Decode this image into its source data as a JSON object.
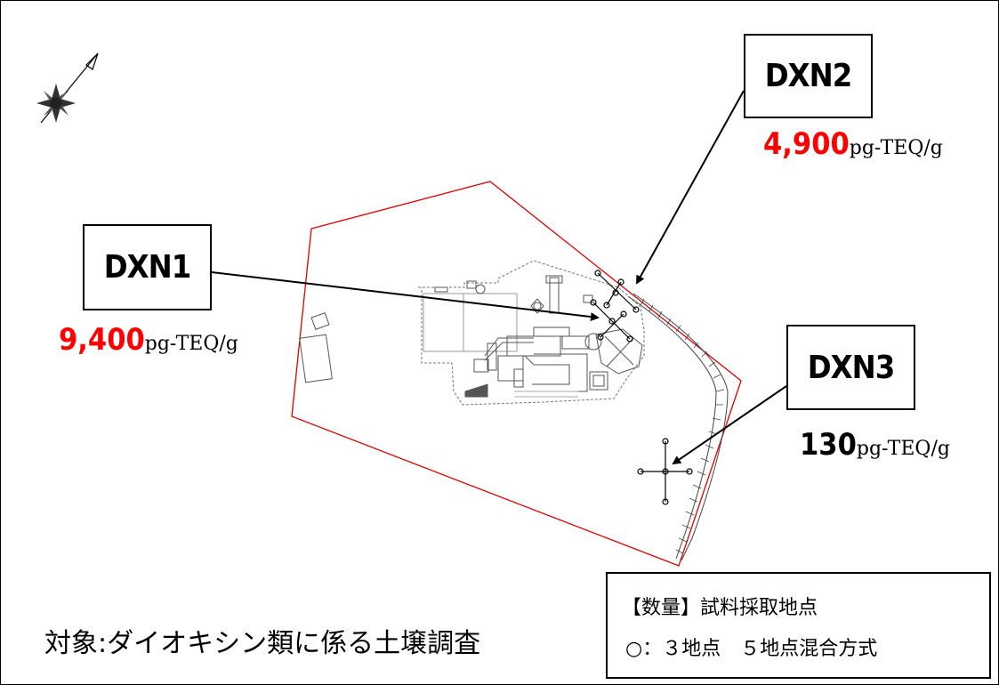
{
  "colors": {
    "highlight_red": "#ff0000",
    "boundary_red": "#e00000",
    "line_black": "#000000",
    "plan_gray": "#777777"
  },
  "icons": {
    "north_arrow": "north-arrow-icon"
  },
  "sampling_points": [
    {
      "id": "DXN1",
      "label": "DXN1",
      "value": "9,400",
      "unit": "pg-TEQ/g",
      "value_color": "#ff0000"
    },
    {
      "id": "DXN2",
      "label": "DXN2",
      "value": "4,900",
      "unit": "pg-TEQ/g",
      "value_color": "#ff0000"
    },
    {
      "id": "DXN3",
      "label": "DXN3",
      "value": "130",
      "unit": "pg-TEQ/g",
      "value_color": "#000000"
    }
  ],
  "title": "対象:ダイオキシン類に係る土壌調査",
  "legend": {
    "heading": "【数量】試料採取地点",
    "row": "○：３地点　５地点混合方式"
  }
}
